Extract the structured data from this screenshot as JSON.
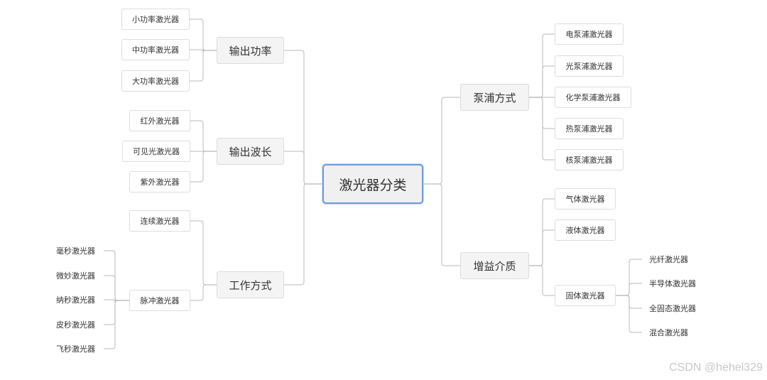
{
  "diagram": {
    "root": "激光器分类",
    "output_power": {
      "label": "输出功率",
      "children": [
        "小功率激光器",
        "中功率激光器",
        "大功率激光器"
      ]
    },
    "output_wavelength": {
      "label": "输出波长",
      "children": [
        "红外激光器",
        "可见光激光器",
        "紫外激光器"
      ]
    },
    "work_mode": {
      "label": "工作方式",
      "continuous": "连续激光器",
      "pulse": {
        "label": "脉冲激光器",
        "children": [
          "毫秒激光器",
          "微妙激光器",
          "纳秒激光器",
          "皮秒激光器",
          "飞秒激光器"
        ]
      }
    },
    "pump_mode": {
      "label": "泵浦方式",
      "children": [
        "电泵浦激光器",
        "光泵浦激光器",
        "化学泵浦激光器",
        "热泵浦激光器",
        "核泵浦激光器"
      ]
    },
    "gain_medium": {
      "label": "增益介质",
      "gas": "气体激光器",
      "liquid": "液体激光器",
      "solid": {
        "label": "固体激光器",
        "children": [
          "光纤激光器",
          "半导体激光器",
          "全固态激光器",
          "混合激光器"
        ]
      }
    }
  },
  "watermark": "CSDN @hehel329"
}
